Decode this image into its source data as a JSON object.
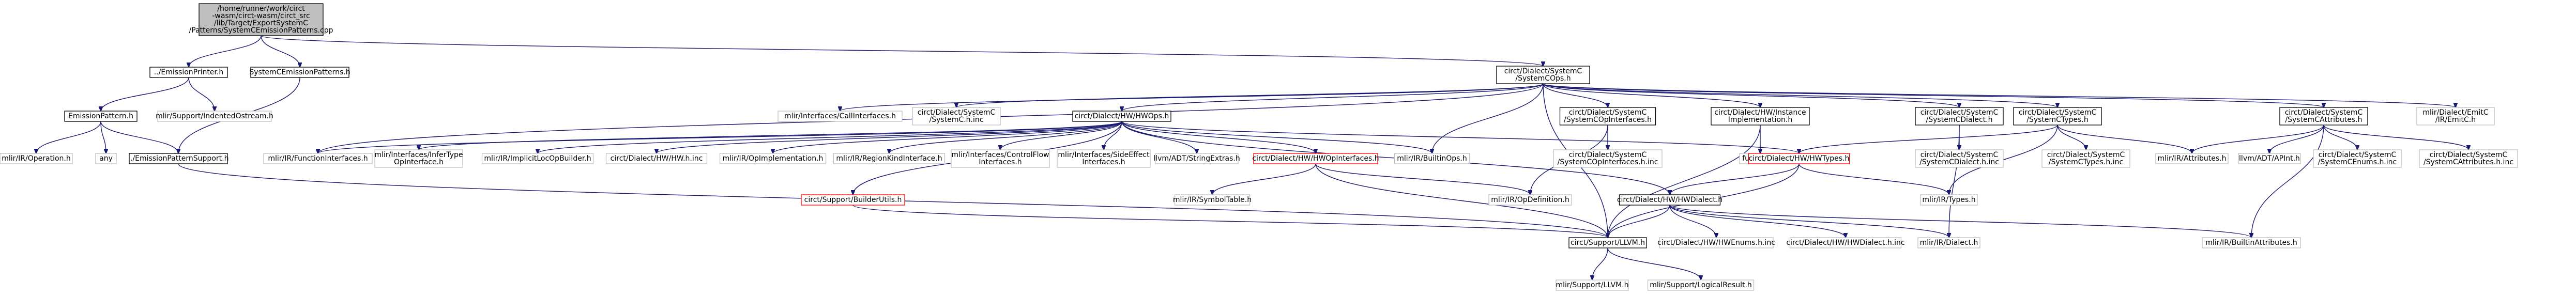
{
  "nodes": [
    {
      "id": "root",
      "lines": [
        "/home/runner/work/circt",
        "-wasm/circt-wasm/circt_src",
        "/lib/Target/ExportSystemC",
        "/Patterns/SystemCEmissionPatterns.cpp"
      ],
      "style": "root"
    },
    {
      "id": "emissionprinter",
      "lines": [
        "../EmissionPrinter.h"
      ],
      "style": "boxed"
    },
    {
      "id": "systemcemissionpatterns_h",
      "lines": [
        "SystemCEmissionPatterns.h"
      ],
      "style": "boxed"
    },
    {
      "id": "systemcops_h",
      "lines": [
        "circt/Dialect/SystemC",
        "/SystemCOps.h"
      ],
      "style": "boxed"
    },
    {
      "id": "emissionpattern_h",
      "lines": [
        "EmissionPattern.h"
      ],
      "style": "boxed"
    },
    {
      "id": "indentedostream",
      "lines": [
        "mlir/Support/IndentedOstream.h"
      ],
      "style": "plain"
    },
    {
      "id": "emissionpatternsupport",
      "lines": [
        "../EmissionPatternSupport.h"
      ],
      "style": "boxed"
    },
    {
      "id": "ir_operation",
      "lines": [
        "mlir/IR/Operation.h"
      ],
      "style": "plain"
    },
    {
      "id": "any",
      "lines": [
        "any"
      ],
      "style": "plain"
    },
    {
      "id": "callinterfaces",
      "lines": [
        "mlir/Interfaces/CallInterfaces.h"
      ],
      "style": "plain"
    },
    {
      "id": "systemc_inc",
      "lines": [
        "circt/Dialect/SystemC",
        "/SystemC.h.inc"
      ],
      "style": "plain"
    },
    {
      "id": "hwops_h",
      "lines": [
        "circt/Dialect/HW/HWOps.h"
      ],
      "style": "boxed"
    },
    {
      "id": "systemcopinterfaces_h",
      "lines": [
        "circt/Dialect/SystemC",
        "/SystemCOpInterfaces.h"
      ],
      "style": "boxed"
    },
    {
      "id": "hwinstanceimpl",
      "lines": [
        "circt/Dialect/HW/Instance",
        "Implementation.h"
      ],
      "style": "boxed"
    },
    {
      "id": "systemcdialect_h",
      "lines": [
        "circt/Dialect/SystemC",
        "/SystemCDialect.h"
      ],
      "style": "boxed"
    },
    {
      "id": "systemctypes_h",
      "lines": [
        "circt/Dialect/SystemC",
        "/SystemCTypes.h"
      ],
      "style": "boxed"
    },
    {
      "id": "systemcattributes_h",
      "lines": [
        "circt/Dialect/SystemC",
        "/SystemCAttributes.h"
      ],
      "style": "boxed"
    },
    {
      "id": "emitc_h",
      "lines": [
        "mlir/Dialect/EmitC",
        "/IR/EmitC.h"
      ],
      "style": "plain"
    },
    {
      "id": "functioninterfaces",
      "lines": [
        "mlir/IR/FunctionInterfaces.h"
      ],
      "style": "plain"
    },
    {
      "id": "infertype",
      "lines": [
        "mlir/Interfaces/InferType",
        "OpInterface.h"
      ],
      "style": "plain"
    },
    {
      "id": "implicitlocop",
      "lines": [
        "mlir/IR/ImplicitLocOpBuilder.h"
      ],
      "style": "plain"
    },
    {
      "id": "hw_inc",
      "lines": [
        "circt/Dialect/HW/HW.h.inc"
      ],
      "style": "plain"
    },
    {
      "id": "opimpl",
      "lines": [
        "mlir/IR/OpImplementation.h"
      ],
      "style": "plain"
    },
    {
      "id": "regionkind",
      "lines": [
        "mlir/IR/RegionKindInterface.h"
      ],
      "style": "plain"
    },
    {
      "id": "controlflow",
      "lines": [
        "mlir/Interfaces/ControlFlow",
        "Interfaces.h"
      ],
      "style": "plain"
    },
    {
      "id": "sideeffect",
      "lines": [
        "mlir/Interfaces/SideEffect",
        "Interfaces.h"
      ],
      "style": "plain"
    },
    {
      "id": "stringextras",
      "lines": [
        "llvm/ADT/StringExtras.h"
      ],
      "style": "plain"
    },
    {
      "id": "hwopinterfaces",
      "lines": [
        "circt/Dialect/HW/HWOpInterfaces.h"
      ],
      "style": "red"
    },
    {
      "id": "builtinops",
      "lines": [
        "mlir/IR/BuiltinOps.h"
      ],
      "style": "plain"
    },
    {
      "id": "systemcopinterfaces_inc",
      "lines": [
        "circt/Dialect/SystemC",
        "/SystemCOpInterfaces.h.inc"
      ],
      "style": "plain"
    },
    {
      "id": "functional",
      "lines": [
        "functional"
      ],
      "style": "plain"
    },
    {
      "id": "hwtypes_h",
      "lines": [
        "circt/Dialect/HW/HWTypes.h"
      ],
      "style": "red"
    },
    {
      "id": "systemcdialect_inc",
      "lines": [
        "circt/Dialect/SystemC",
        "/SystemCDialect.h.inc"
      ],
      "style": "plain"
    },
    {
      "id": "systemctypes_inc",
      "lines": [
        "circt/Dialect/SystemC",
        "/SystemCTypes.h.inc"
      ],
      "style": "plain"
    },
    {
      "id": "attributes",
      "lines": [
        "mlir/IR/Attributes.h"
      ],
      "style": "plain"
    },
    {
      "id": "apint",
      "lines": [
        "llvm/ADT/APInt.h"
      ],
      "style": "plain"
    },
    {
      "id": "systemcenums_inc",
      "lines": [
        "circt/Dialect/SystemC",
        "/SystemCEnums.h.inc"
      ],
      "style": "plain"
    },
    {
      "id": "systemcattributes_inc",
      "lines": [
        "circt/Dialect/SystemC",
        "/SystemCAttributes.h.inc"
      ],
      "style": "plain"
    },
    {
      "id": "builderutils",
      "lines": [
        "circt/Support/BuilderUtils.h"
      ],
      "style": "red"
    },
    {
      "id": "symboltable",
      "lines": [
        "mlir/IR/SymbolTable.h"
      ],
      "style": "plain"
    },
    {
      "id": "opdefinition",
      "lines": [
        "mlir/IR/OpDefinition.h"
      ],
      "style": "plain"
    },
    {
      "id": "hwdialect_h",
      "lines": [
        "circt/Dialect/HW/HWDialect.h"
      ],
      "style": "boxed"
    },
    {
      "id": "ir_types",
      "lines": [
        "mlir/IR/Types.h"
      ],
      "style": "plain"
    },
    {
      "id": "circt_llvm",
      "lines": [
        "circt/Support/LLVM.h"
      ],
      "style": "boxed"
    },
    {
      "id": "hwenums_inc",
      "lines": [
        "circt/Dialect/HW/HWEnums.h.inc"
      ],
      "style": "plain"
    },
    {
      "id": "hwdialect_inc",
      "lines": [
        "circt/Dialect/HW/HWDialect.h.inc"
      ],
      "style": "plain"
    },
    {
      "id": "ir_dialect",
      "lines": [
        "mlir/IR/Dialect.h"
      ],
      "style": "plain"
    },
    {
      "id": "builtinattributes",
      "lines": [
        "mlir/IR/BuiltinAttributes.h"
      ],
      "style": "plain"
    },
    {
      "id": "mlir_llvm",
      "lines": [
        "mlir/Support/LLVM.h"
      ],
      "style": "plain"
    },
    {
      "id": "logicalresult",
      "lines": [
        "mlir/Support/LogicalResult.h"
      ],
      "style": "plain"
    }
  ],
  "edges": [
    [
      "root",
      "emissionprinter"
    ],
    [
      "root",
      "systemcemissionpatterns_h"
    ],
    [
      "root",
      "systemcops_h"
    ],
    [
      "emissionprinter",
      "emissionpattern_h"
    ],
    [
      "emissionprinter",
      "indentedostream"
    ],
    [
      "emissionpattern_h",
      "emissionpatternsupport"
    ],
    [
      "emissionpattern_h",
      "ir_operation"
    ],
    [
      "emissionpattern_h",
      "any"
    ],
    [
      "systemcemissionpatterns_h",
      "emissionpatternsupport"
    ],
    [
      "emissionpatternsupport",
      "circt_llvm"
    ],
    [
      "systemcops_h",
      "callinterfaces"
    ],
    [
      "systemcops_h",
      "systemc_inc"
    ],
    [
      "systemcops_h",
      "hwops_h"
    ],
    [
      "systemcops_h",
      "systemcopinterfaces_h"
    ],
    [
      "systemcops_h",
      "hwinstanceimpl"
    ],
    [
      "systemcops_h",
      "systemcdialect_h"
    ],
    [
      "systemcops_h",
      "systemctypes_h"
    ],
    [
      "systemcops_h",
      "systemcattributes_h"
    ],
    [
      "systemcops_h",
      "emitc_h"
    ],
    [
      "systemcops_h",
      "functioninterfaces"
    ],
    [
      "systemcops_h",
      "builtinops"
    ],
    [
      "systemcops_h",
      "circt_llvm"
    ],
    [
      "hwops_h",
      "functioninterfaces"
    ],
    [
      "hwops_h",
      "infertype"
    ],
    [
      "hwops_h",
      "implicitlocop"
    ],
    [
      "hwops_h",
      "hw_inc"
    ],
    [
      "hwops_h",
      "opimpl"
    ],
    [
      "hwops_h",
      "regionkind"
    ],
    [
      "hwops_h",
      "controlflow"
    ],
    [
      "hwops_h",
      "sideeffect"
    ],
    [
      "hwops_h",
      "stringextras"
    ],
    [
      "hwops_h",
      "hwopinterfaces"
    ],
    [
      "hwops_h",
      "builtinops"
    ],
    [
      "hwops_h",
      "hwtypes_h"
    ],
    [
      "hwops_h",
      "builderutils"
    ],
    [
      "hwops_h",
      "hwdialect_h"
    ],
    [
      "hwopinterfaces",
      "symboltable"
    ],
    [
      "hwopinterfaces",
      "opdefinition"
    ],
    [
      "hwopinterfaces",
      "circt_llvm"
    ],
    [
      "systemcopinterfaces_h",
      "systemcopinterfaces_inc"
    ],
    [
      "systemcopinterfaces_h",
      "opdefinition"
    ],
    [
      "hwinstanceimpl",
      "functional"
    ],
    [
      "hwinstanceimpl",
      "circt_llvm"
    ],
    [
      "systemcdialect_h",
      "systemcdialect_inc"
    ],
    [
      "systemcdialect_h",
      "ir_dialect"
    ],
    [
      "systemctypes_h",
      "hwtypes_h"
    ],
    [
      "systemctypes_h",
      "systemctypes_inc"
    ],
    [
      "systemctypes_h",
      "attributes"
    ],
    [
      "systemctypes_h",
      "ir_types"
    ],
    [
      "systemcattributes_h",
      "attributes"
    ],
    [
      "systemcattributes_h",
      "apint"
    ],
    [
      "systemcattributes_h",
      "systemcenums_inc"
    ],
    [
      "systemcattributes_h",
      "systemcattributes_inc"
    ],
    [
      "systemcattributes_h",
      "builtinattributes"
    ],
    [
      "hwtypes_h",
      "hwdialect_h"
    ],
    [
      "hwtypes_h",
      "ir_types"
    ],
    [
      "hwtypes_h",
      "circt_llvm"
    ],
    [
      "builderutils",
      "circt_llvm"
    ],
    [
      "hwdialect_h",
      "circt_llvm"
    ],
    [
      "hwdialect_h",
      "hwenums_inc"
    ],
    [
      "hwdialect_h",
      "hwdialect_inc"
    ],
    [
      "hwdialect_h",
      "ir_dialect"
    ],
    [
      "hwdialect_h",
      "builtinattributes"
    ],
    [
      "circt_llvm",
      "mlir_llvm"
    ],
    [
      "circt_llvm",
      "logicalresult"
    ]
  ]
}
